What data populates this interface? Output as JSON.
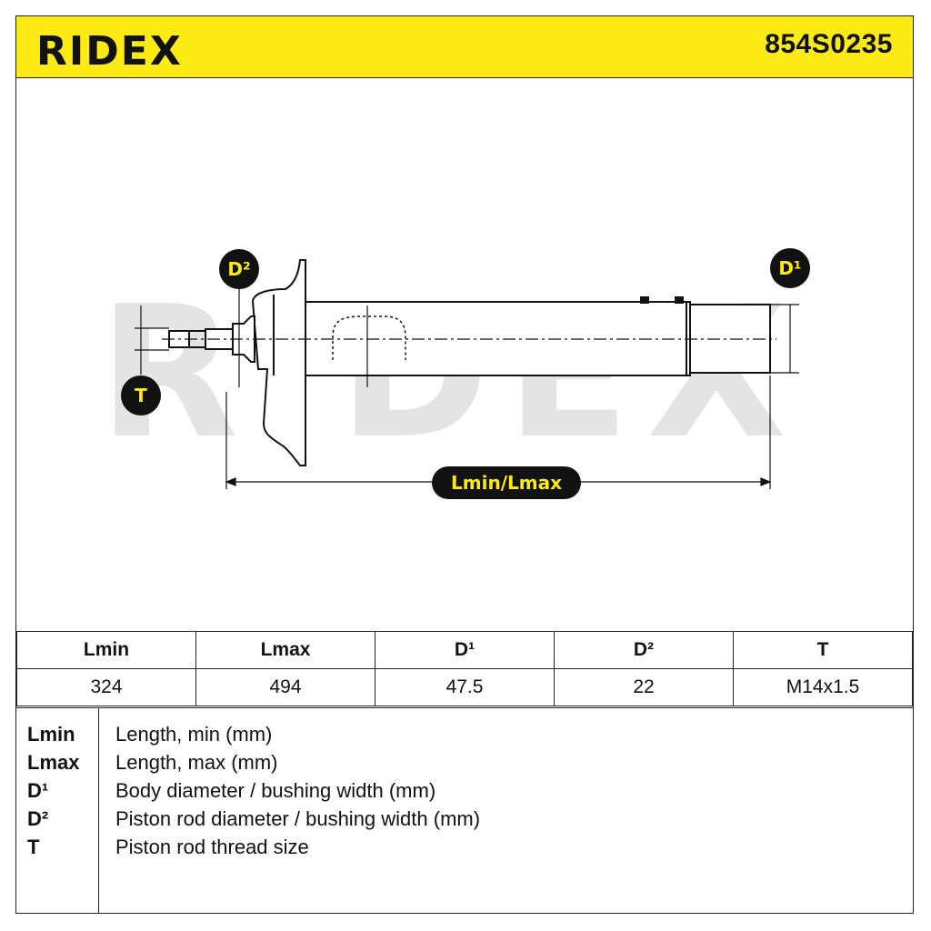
{
  "header": {
    "brand": "RIDEX",
    "part_number": "854S0235"
  },
  "watermark": "RIDEX",
  "diagram": {
    "badge_d2": "D²",
    "badge_d1": "D¹",
    "badge_t": "T",
    "badge_length": "Lmin/Lmax"
  },
  "table": {
    "headers": [
      "Lmin",
      "Lmax",
      "D¹",
      "D²",
      "T"
    ],
    "values": [
      "324",
      "494",
      "47.5",
      "22",
      "M14x1.5"
    ]
  },
  "legend": [
    {
      "key": "Lmin",
      "desc": "Length, min (mm)"
    },
    {
      "key": "Lmax",
      "desc": "Length, max (mm)"
    },
    {
      "key": "D¹",
      "desc": "Body diameter / bushing width (mm)"
    },
    {
      "key": "D²",
      "desc": "Piston rod diameter / bushing width (mm)"
    },
    {
      "key": "T",
      "desc": "Piston rod thread size"
    }
  ],
  "colors": {
    "brand_yellow": "#ffeb14",
    "ink": "#111111",
    "watermark_grey": "#e4e4e4"
  }
}
